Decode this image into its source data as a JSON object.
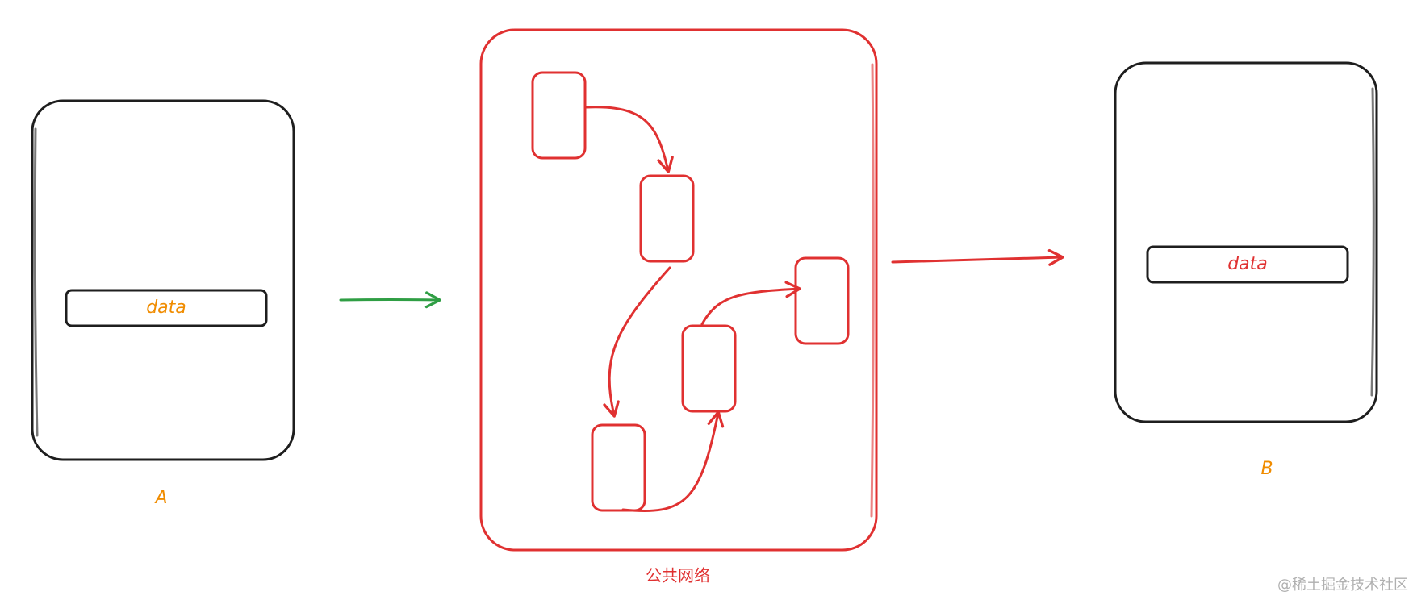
{
  "nodes": {
    "a": {
      "label": "A",
      "data_label": "data"
    },
    "b": {
      "label": "B",
      "data_label": "data"
    },
    "network": {
      "label": "公共网络"
    }
  },
  "watermark": "@稀土掘金技术社区",
  "colors": {
    "ink": "#1e1e1e",
    "red": "#e03131",
    "green": "#2f9e44",
    "orange": "#f08c00",
    "watermark": "#b0b0b0"
  }
}
